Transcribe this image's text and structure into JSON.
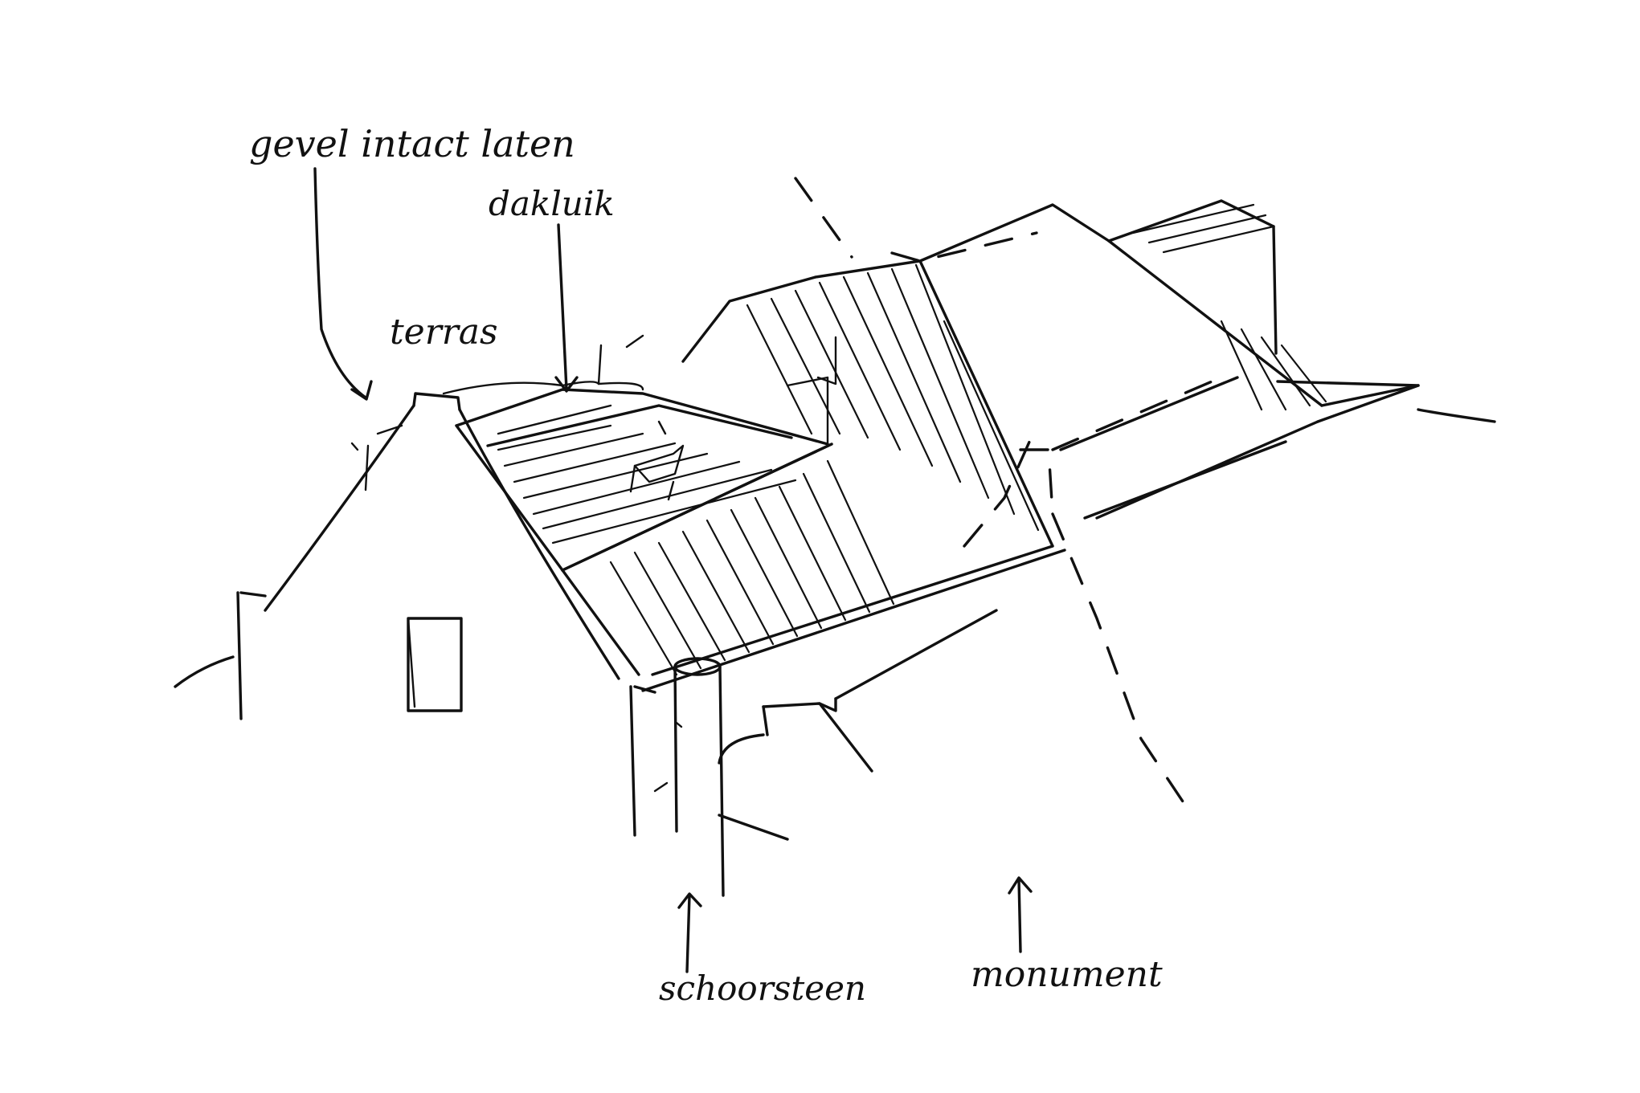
{
  "annotations": {
    "gevel": "gevel intact laten",
    "dakluik": "dakluik",
    "terras": "terras",
    "schoorsteen": "schoorsteen",
    "monument": "monument"
  },
  "colors": {
    "ink": "#111111",
    "paper": "#ffffff"
  }
}
